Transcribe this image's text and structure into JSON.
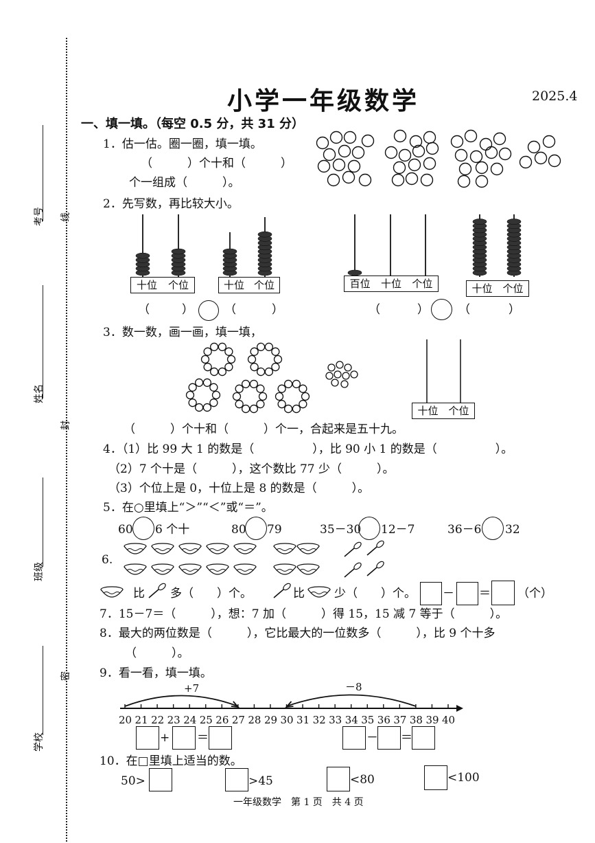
{
  "title": "小学一年级数学",
  "date": "2025.4",
  "side_labels": {
    "exam_no": "考号",
    "name": "姓名",
    "class": "班级",
    "school": "学校"
  },
  "seal_chars": {
    "xian": "线",
    "feng": "封",
    "mi": "密"
  },
  "section1": {
    "header": "一、填一填。（每空 0.5 分，共 31 分）"
  },
  "q1": {
    "line1": "1．估一估。圈一圈，填一填。",
    "line2": "（　　　）个十和（　　　）",
    "line3": "个一组成（　　　）。"
  },
  "q2": {
    "prompt": "2．先写数，再比较大小。",
    "tens": "十位",
    "ones": "个位",
    "hundreds": "百位",
    "blank": "（　　　）",
    "blank_l": "（",
    "blank_r": "）"
  },
  "q3": {
    "prompt": "3．数一数，画一画，填一填，",
    "tens": "十位",
    "ones": "个位",
    "answer": "（　　　）个十和（　　　）个一，合起来是五十九。"
  },
  "q4": {
    "p1": "4．（1）比 99 大 1 的数是（　　　　　），比 90 小 1 的数是（　　　　　）。",
    "p2": "（2）7 个十是（　　　），这个数比 77 少（　　　）。",
    "p3": "（3）个位上是 0，十位上是 8 的数是（　　　）。"
  },
  "q5": {
    "prompt": "5．在○里填上“＞”“＜”或“＝”。",
    "items": [
      {
        "left": "60",
        "right": "6 个十"
      },
      {
        "left": "80",
        "right": "79"
      },
      {
        "left": "35－30",
        "right": "12－7"
      },
      {
        "left": "36－6",
        "right": "32"
      }
    ]
  },
  "q6": {
    "num": "6.",
    "line": {
      "a": "比",
      "b": "多（　　）个。",
      "c": "比",
      "d": "少（　　）个。",
      "minus": "－",
      "eq": "＝",
      "unit": "（个）"
    }
  },
  "q7": {
    "text": "7．15－7＝（　　　），想：7 加（　　　）得 15，15 减 7 等于（　　　）。"
  },
  "q8": {
    "line1": "8．最大的两位数是（　　　），它比最大的一位数多（　　　），比 9 个十多",
    "line2": "（　　　）。"
  },
  "q9": {
    "prompt": "9．看一看，填一填。",
    "plus_label": "+7",
    "minus_label": "－8",
    "ticks": [
      "20",
      "21",
      "22",
      "23",
      "24",
      "25",
      "26",
      "27",
      "28",
      "29",
      "30",
      "31",
      "32",
      "33",
      "34",
      "35",
      "36",
      "37",
      "38",
      "39",
      "40"
    ],
    "plus": "+",
    "minus": "－",
    "eq": "＝"
  },
  "q10": {
    "prompt": "10．在□里填上适当的数。",
    "items": [
      {
        "pre": "50>",
        "post": ""
      },
      {
        "pre": "",
        "post": ">45"
      },
      {
        "pre": "",
        "post": "<80"
      },
      {
        "pre": "",
        "post": "<100"
      }
    ]
  },
  "footer": "一年级数学　第 1 页　共 4 页"
}
